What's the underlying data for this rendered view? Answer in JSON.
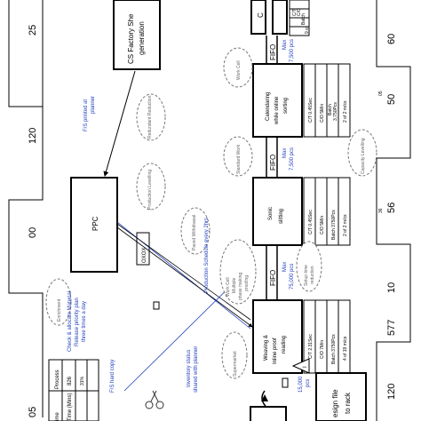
{
  "factory_box": {
    "line1": "CS Factory She",
    "line2": "generation"
  },
  "partial_top_box": {
    "line1": "C",
    "line2": "Pa"
  },
  "partial_top_table": {
    "row1": "C/T",
    "row2": "C/O",
    "row3": "Batch",
    "row4": "9 of"
  },
  "ppc_box": {
    "label": "PPC"
  },
  "oxox": {
    "label": "OXOX"
  },
  "processes": [
    {
      "line1": "Calendaring",
      "line2": "while online",
      "line3": "sorting"
    },
    {
      "line1": "Sonic",
      "line2": "slitting"
    },
    {
      "line1": "Weaving &",
      "line2": "Inline proof",
      "line3": "reading"
    }
  ],
  "data_boxes": [
    {
      "ct": "C/T 0.45Sec",
      "co": "C/O 5Min",
      "batch": "Batch",
      "batch_qty": "3,750Pcs",
      "shifts": "2 of 2 m/cs"
    },
    {
      "ct": "C/T 0.45Sec",
      "co": "C/O 5Min",
      "batch": "Batch 3750Pcs",
      "shifts": "2 of 2 m/cs"
    },
    {
      "ct": "C/T 2.31Sec",
      "co": "C/O 7Min",
      "batch": "Batch 3750Pcs",
      "shifts": "4 of 19 m/cs"
    }
  ],
  "fifo": [
    {
      "label": "FIFO",
      "max": "Max",
      "qty": "7,500 pcs"
    },
    {
      "label": "FIFO",
      "max": "Max",
      "qty": "7,500 pcs"
    },
    {
      "label": "FIFO",
      "max": "Max",
      "qty": "75,000 pcs"
    }
  ],
  "inventory": {
    "symbol": "I",
    "qty": "15,000",
    "unit": "pcs"
  },
  "kaizen_clouds": {
    "work_cell": "Work Cell",
    "redundant": "Redundant Reduction",
    "standard_work": "Standard Work",
    "capacity": "Capacity Levelling",
    "production_levelling": "Production Levelling",
    "paced_withdrawal": "Paced Withdrawal",
    "work_cell2": "Work Cell",
    "multiple": "Multiple",
    "phase_making": "phase making",
    "proofing": "proofing",
    "setup": "Setup time",
    "reduction": "reduction",
    "enrichment": "Enrichment",
    "supermarket": "Supermarket"
  },
  "annotations": {
    "fs_printed": "F/S printed at",
    "planner": "planner",
    "production_schedule": "Production Schedule every 2hrs",
    "check_allocate": "Check & allocate Material",
    "release_priority": "Release priority plan",
    "three_times": "three times a day",
    "inventory_status": "Inventory status",
    "shared_planner": "shared with planner",
    "fs_hard_copy": "F/S hard copy"
  },
  "left_table": {
    "header1": "ime",
    "header2": "Process",
    "r1_label": "Time (Mins)",
    "r1_value": "826",
    "r2_value": "31%"
  },
  "design_box": {
    "line1": "esign file",
    "line2": "to rack"
  },
  "timeline_top": [
    "25",
    "120",
    "00"
  ],
  "timeline_bottom": [
    "60",
    "05",
    "50",
    "36",
    "56",
    "10",
    "577",
    "120"
  ],
  "timeline_left": "05"
}
